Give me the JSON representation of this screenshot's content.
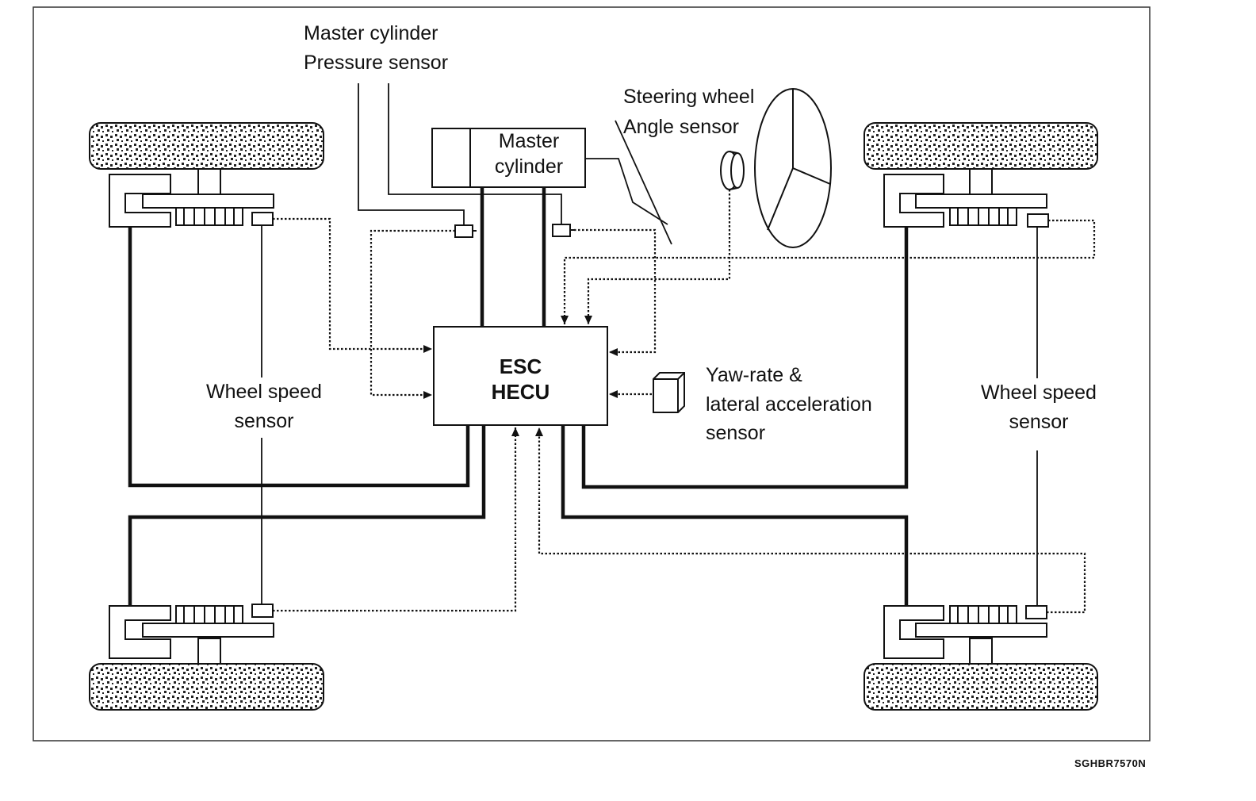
{
  "labels": {
    "master_cylinder_pressure_sensor": [
      "Master cylinder",
      "Pressure sensor"
    ],
    "steering_wheel_angle_sensor": [
      "Steering wheel",
      "Angle sensor"
    ],
    "master_cylinder": [
      "Master",
      "cylinder"
    ],
    "hecu": [
      "ESC",
      "HECU"
    ],
    "yaw_rate_sensor": [
      "Yaw-rate &",
      "lateral acceleration",
      "sensor"
    ],
    "wheel_speed_sensor_left": [
      "Wheel speed",
      "sensor"
    ],
    "wheel_speed_sensor_right": [
      "Wheel speed",
      "sensor"
    ]
  },
  "figure_code": "SGHBR7570N"
}
